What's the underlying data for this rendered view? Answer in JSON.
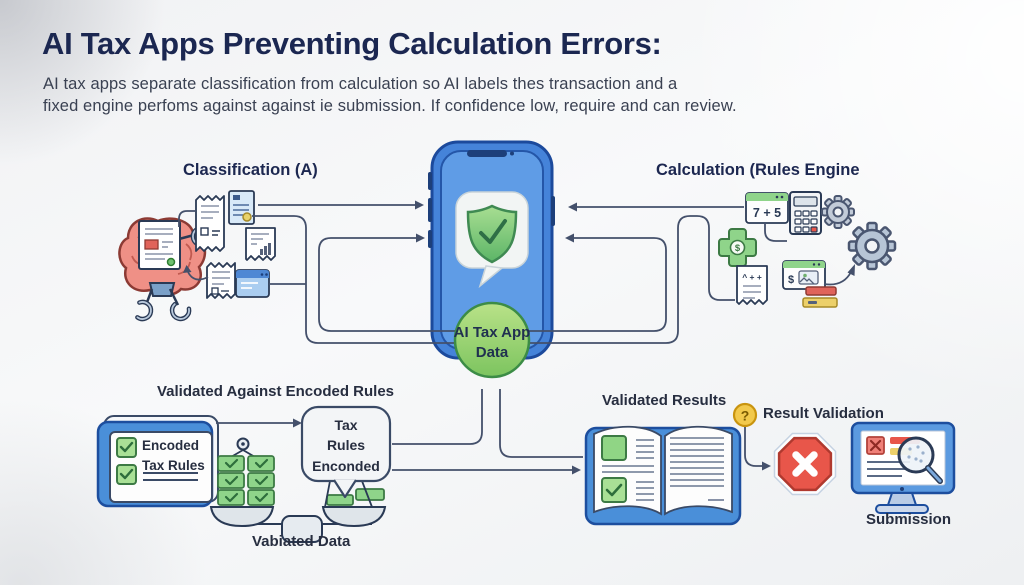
{
  "header": {
    "title": "AI Tax Apps Preventing Calculation Errors:",
    "subtitle_line1": "AI tax apps separate classification from calculation so AI labels thes transaction and a",
    "subtitle_line2": "fixed engine perfoms against against ie submission. If confidence low, require and can review."
  },
  "sections": {
    "classification_label": "Classification (A)",
    "calculation_label": "Calculation (Rules Engine",
    "validated_rules_label": "Validated Against Encoded Rules",
    "validated_results_label": "Validated Results"
  },
  "phone_badge": {
    "line1": "AI Tax App",
    "line2": "Data"
  },
  "rules_card": {
    "text": "Encoded\nTax Rules"
  },
  "rules_bubble": {
    "text": "Tax\nRules\nEnconded"
  },
  "labels": {
    "vabiated_data": "Vabiated Data",
    "result_validation": "Result Validation",
    "submission": "Submission"
  },
  "glyphs": {
    "sum_expression": "7 + 5",
    "dollar": "$",
    "question_mark": "?",
    "receipt_symbols": "^ + +"
  },
  "colors": {
    "navy_text": "#1c2750",
    "phone_blue": "#4583d9",
    "shield_green": "#7cc96f",
    "badge_green": "#9ed36a",
    "stop_red": "#e8564a",
    "warning_amber": "#f2c94c"
  }
}
